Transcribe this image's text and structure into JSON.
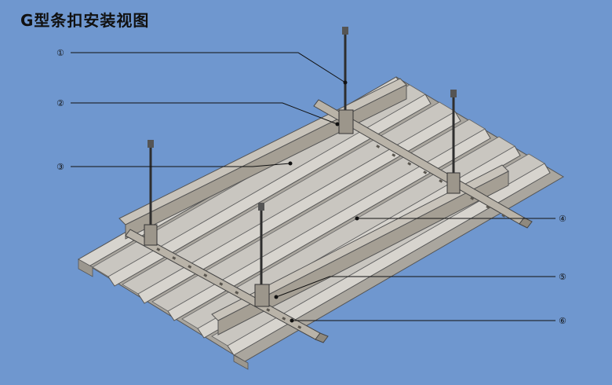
{
  "title": "G型条扣安装视图",
  "callouts": [
    {
      "id": "1",
      "label": "①"
    },
    {
      "id": "2",
      "label": "②"
    },
    {
      "id": "3",
      "label": "③"
    },
    {
      "id": "4",
      "label": "④"
    },
    {
      "id": "5",
      "label": "⑤"
    },
    {
      "id": "6",
      "label": "⑥"
    }
  ],
  "colors": {
    "background": "#6f97cf",
    "panel_top": "#c9c6c0",
    "panel_side": "#a9a59c",
    "carrier": "#b9b3a8",
    "rod": "#2e2e2e",
    "leader": "#111111"
  }
}
